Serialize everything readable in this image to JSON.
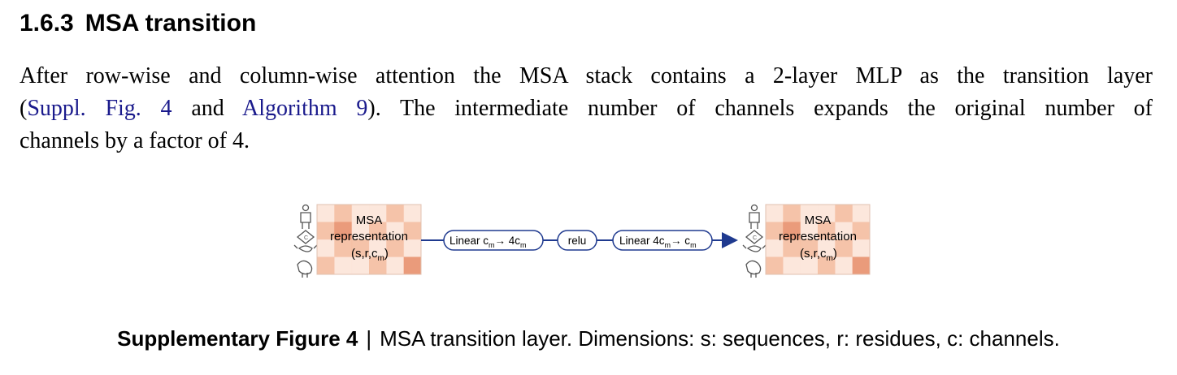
{
  "section": {
    "number": "1.6.3",
    "title": "MSA transition"
  },
  "paragraph": {
    "line1": "After row-wise and column-wise attention the MSA stack contains a 2-layer MLP as the transition layer",
    "open_paren": "(",
    "link_fig": "Suppl.  Fig. 4",
    "and_text": " and ",
    "link_alg": "Algorithm 9",
    "rest_line2": ").  The intermediate number of channels expands the original number of",
    "line3": "channels by a factor of 4."
  },
  "diagram": {
    "input_block": {
      "line1": "MSA",
      "line2": "representation",
      "dims_prefix": "(s,r,c",
      "dims_sub": "m",
      "dims_suffix": ")"
    },
    "linear1": {
      "prefix": "Linear c",
      "sub1": "m",
      "mid": "→ 4c",
      "sub2": "m"
    },
    "relu": "relu",
    "linear2": {
      "prefix": "Linear 4c",
      "sub1": "m",
      "mid": "→ c",
      "sub2": "m"
    },
    "output_block": {
      "line1": "MSA",
      "line2": "representation",
      "dims_prefix": "(s,r,c",
      "dims_sub": "m",
      "dims_suffix": ")"
    },
    "colors": {
      "arrow": "#1f3a8f",
      "grid_light": "#fbe3d6",
      "grid_mid": "#f3b89a",
      "grid_dark": "#e68a64"
    }
  },
  "caption": {
    "label": "Supplementary Figure 4",
    "separator": "|",
    "text": "MSA transition layer. Dimensions: s: sequences, r: residues, c: channels."
  }
}
